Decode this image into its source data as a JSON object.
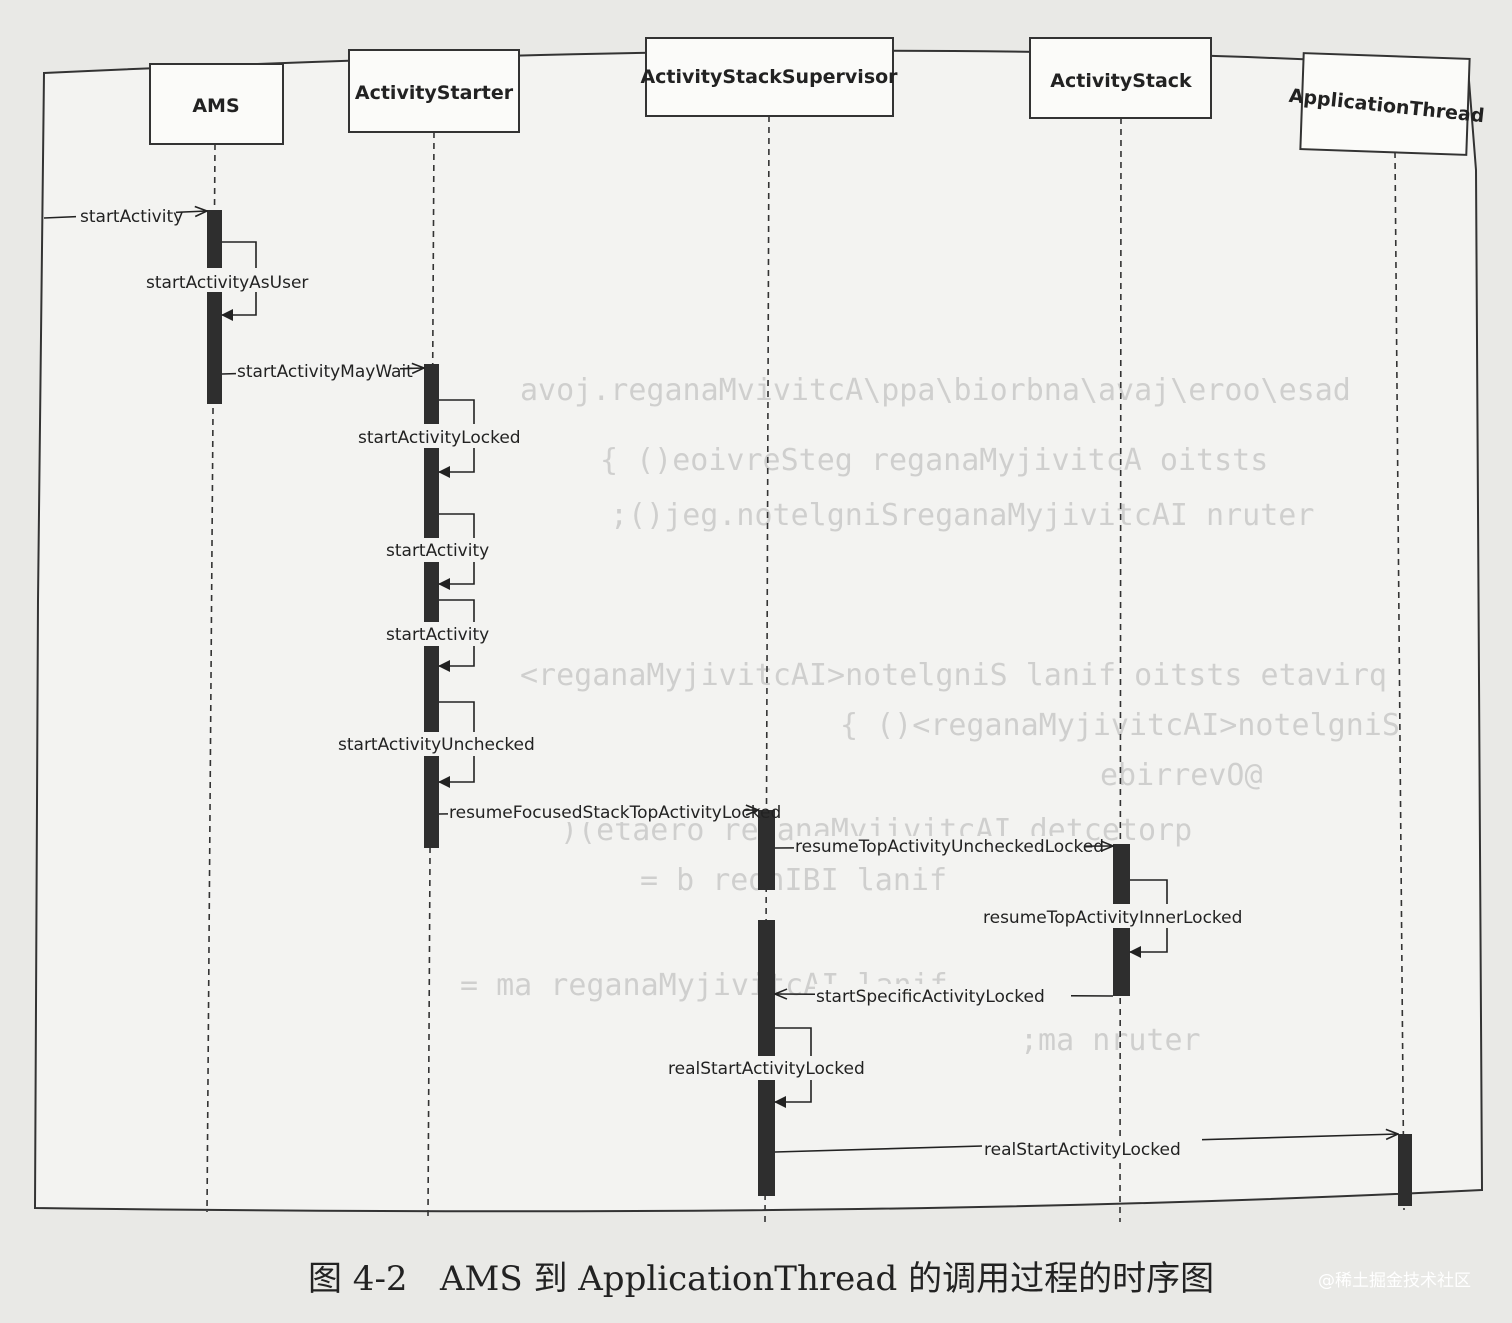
{
  "participants": [
    {
      "id": "ams",
      "label": "AMS"
    },
    {
      "id": "starter",
      "label": "ActivityStarter"
    },
    {
      "id": "supervisor",
      "label": "ActivityStackSupervisor"
    },
    {
      "id": "stack",
      "label": "ActivityStack"
    },
    {
      "id": "thread",
      "label": "ApplicationThread"
    }
  ],
  "messages": [
    {
      "label": "startActivity",
      "from": null,
      "to": "ams"
    },
    {
      "label": "startActivityAsUser",
      "from": "ams",
      "to": "ams"
    },
    {
      "label": "startActivityMayWait",
      "from": "ams",
      "to": "starter"
    },
    {
      "label": "startActivityLocked",
      "from": "starter",
      "to": "starter"
    },
    {
      "label": "startActivity",
      "from": "starter",
      "to": "starter"
    },
    {
      "label": "startActivity",
      "from": "starter",
      "to": "starter"
    },
    {
      "label": "startActivityUnchecked",
      "from": "starter",
      "to": "starter"
    },
    {
      "label": "resumeFocusedStackTopActivityLocked",
      "from": "starter",
      "to": "supervisor"
    },
    {
      "label": "resumeTopActivityUncheckedLocked",
      "from": "supervisor",
      "to": "stack"
    },
    {
      "label": "resumeTopActivityInnerLocked",
      "from": "stack",
      "to": "stack"
    },
    {
      "label": "startSpecificActivityLocked",
      "from": "stack",
      "to": "supervisor"
    },
    {
      "label": "realStartActivityLocked",
      "from": "supervisor",
      "to": "supervisor"
    },
    {
      "label": "realStartActivityLocked",
      "from": "supervisor",
      "to": "thread"
    }
  ],
  "caption": "图 4-2   AMS 到 ApplicationThread 的调用过程的时序图",
  "watermark": "@稀土掘金技术社区"
}
